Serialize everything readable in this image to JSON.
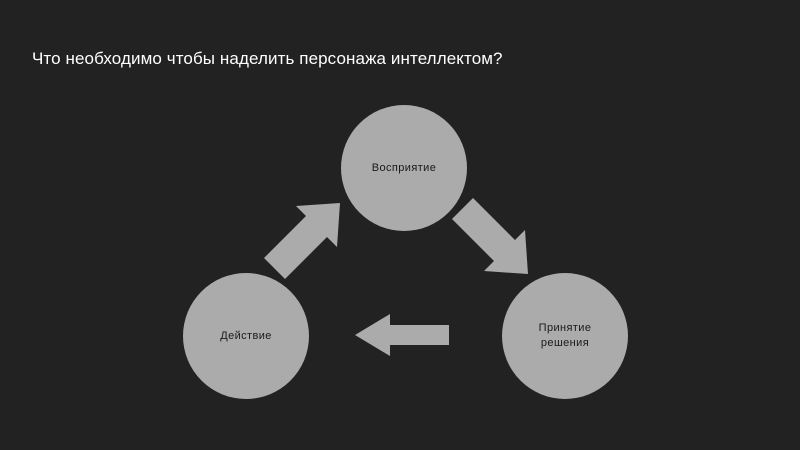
{
  "slide": {
    "background_color": "#222222",
    "title": "Что необходимо чтобы наделить персонажа интеллектом?",
    "title_color": "#ffffff"
  },
  "diagram": {
    "type": "cycle",
    "shape_fill_color": "#ababab",
    "label_color": "#1a1a1a",
    "nodes": [
      {
        "id": "perception",
        "label": "Восприятие",
        "position": "top"
      },
      {
        "id": "decision",
        "label": "Принятие\nрешения",
        "position": "bottom-right"
      },
      {
        "id": "action",
        "label": "Действие",
        "position": "bottom-left"
      }
    ],
    "arrows": [
      {
        "id": "action-to-perception",
        "from": "action",
        "to": "perception",
        "direction": "up-right",
        "icon": "block-arrow-up-right-icon"
      },
      {
        "id": "perception-to-decision",
        "from": "perception",
        "to": "decision",
        "direction": "down-right",
        "icon": "block-arrow-down-right-icon"
      },
      {
        "id": "decision-to-action",
        "from": "decision",
        "to": "action",
        "direction": "left",
        "icon": "block-arrow-left-icon"
      }
    ]
  }
}
